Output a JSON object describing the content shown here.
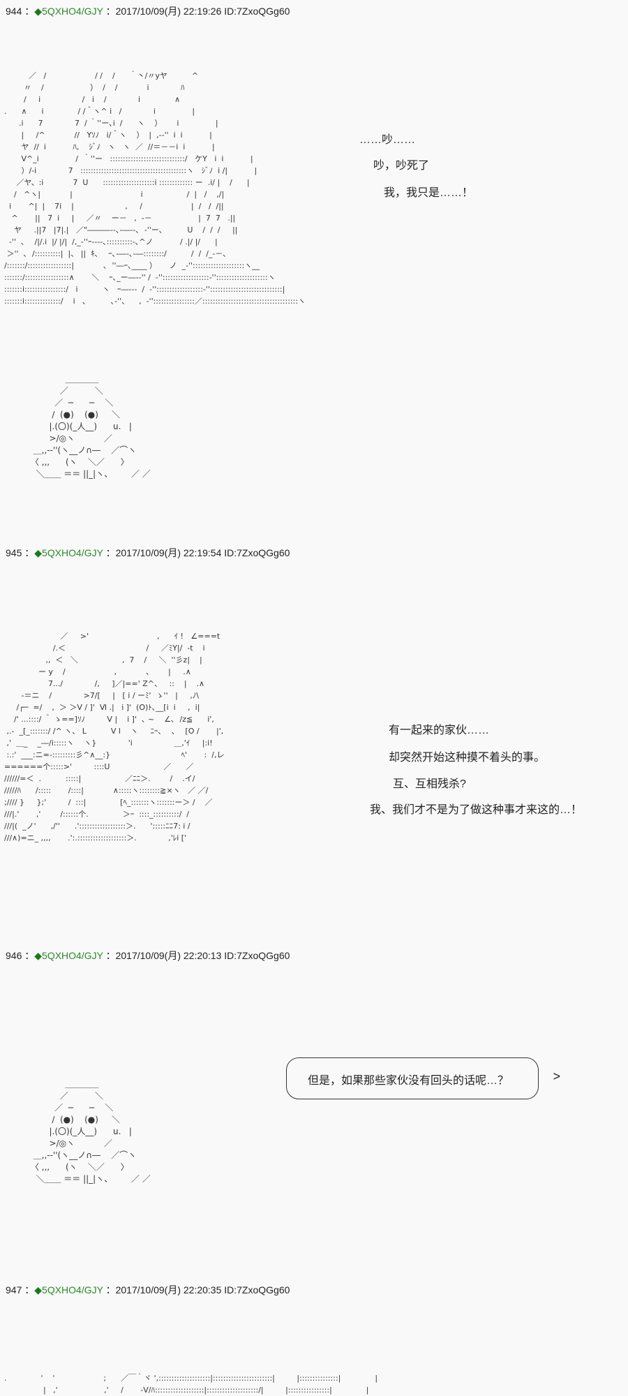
{
  "posts": [
    {
      "number": "944",
      "sep": "：",
      "trip": "5QXHO4/GJY",
      "datetime": "：2017/10/09(月) 22:19:26 ID:7ZxoQGg60",
      "aa_main": "          ／   /                    / /    /      ｀丶/〃yヤ          ^\n        〃    /                   ）  /    /            i             ﾊ\n        /     i                 /   i    /             i              ∧\n.      ∧      i              / /＾ヽ^ i   /             i               |\n      .i      7             7  / ｀''ー､i  /      ヽ    ）      i               |\n       |     /^            //   Yｿﾉ   i/＾ヽ    ）  |  ,-‐''  i  i           |\n       ヤ  //  i           ﾊ,    ｼﾞﾉ   ヽ   ヽ  ／  //＝－－i  i           |\n       V^_i               /  ｀''ー   :::::::::::::::::::::::::::::/   ケY   i  i           |\n       ）/-i             7   :::::::::::::::::::::::::::::::::::::::::ヽ   ｼﾞﾉ  i /|           |\n     ／ヤ、:i            7  U      ::::::::::::::::::::i ::::::::::::: ー  .i/ |    /      |\n    /   ^ヽ|            |                            i                  /  |   /    ,/|\n  i       ^|  |    7i    |                     ,     /                    |  /   /  /||\n   ^       ||   7  i     |     ／〃    ー－   ,  -－                   |  7  7   .||\n    ヤ     .||7   |7|.|   ／\"―――‐-､-―‐-､  ‐''ー､          U    /  /  /     ||\n  ‐''  ､    /|/.i  |/ |/|  /,_‐''ｰ--‐-､::::::::::-､^ノ           / .|/ |/      |\n ＞''  ､  /::::::::::|  |、 ||  ｷ､    ｰ､-―‐､-―::::::::/          /  /  /_‐－､\n/:::::::/:::::::::::::::::|            ､  ''―ｰ､____ ）     ノ  _‐''::::::::::::::::::::ヽ__\n:::::::/:::::::::::::::::∧       ＼    ｰ､_ー―‐‐'' /  ‐''::::::::::::::::::‐''::::::::::::::::::::ヽ\n:::::::i::::::::::::::::/   i          ヽ   ｰ―‐‐‐  /  ‐''::::::::::::::::::‐''::::::::::::::::::::::::::::|\n:::::::i::::::::::::::/    i   ､          ､‐''、    ,  ‐''::::::::::::::::／:::::::::::::::::::::::::::::::::::::ヽ",
      "aa_blob": "              ＿＿＿＿\n            ／          ＼\n          ／  ─      ─    ＼\n         /  (●)    (●)     ＼\n        |.(〇)(_人__)      u.   |\n        >/◎ヽ           ／\n  ＿,,-‐''(ヽ__ノ∩―    ／⌒ヽ\n 〈 ,,,      (ヽ    ＼／      〉\n   ＼＿＿ ＝＝ ||_|ヽ、       ／ ／",
      "lines": [
        "……吵……",
        "吵，吵死了",
        "我，我只是……！"
      ]
    },
    {
      "number": "945",
      "sep": "：",
      "trip": "5QXHO4/GJY",
      "datetime": "：2017/10/09(月) 22:19:54 ID:7ZxoQGg60",
      "aa_main": "                       ／     >'                            ,      ｲ !   ∠===t\n                    /.＜                                 /     ／ﾐY|/  -t    i\n                 ,,  ＜   ＼                  ,  7    /     ＼  ''彡z|    |\n              ー y    /                    ,            、      |     .∧\n                  7.../             /,     ]／|==' Z^、   ::    |    .∧\n       -＝ニ    /             >7/[     |   [ i / ーﾐ'  ゝ''   |     ,ﾉ\\\n     /┌─  =/    ,  ＞ ＞V / ]'  Ⅵ .|   i ]'  (O)ﾄ､__[i  i     ,  i|\n    /' ...::::/ ＾ ゝ==]ｿﾉ         V |    i ]'  ､ ~    ∠､  /z≦      i',\n ,.-  _[_:::::::/ /^ ヽ、 L          V l    ヽ     ﾆｰ､    ､    [O /       |',\n ,'  ＿_    _―/i:::::ヽ    ヽ}             'i                 ＿,'ｲ     |:i!\n :.:'  ___:ニ=-:::::::::彡^∧__:}                             ﾍ'       :  /,レ\n======个:::::>'         ::::U                      ／      ／\n//////=＜  .          :::::|                  ／ﾆﾆ＞.        /    .イ/\n/////ﾊ      /:::::       /::::|            ∧:::::ヽ::::::::≧×ヽ   ／ ／/\n;//// }     };'         /  :::|              [ﾍ_:::::::ヽ:::::::ー＞ /    ／\n///|.'       ,'        /::::::个.              ＞ｰ  ::::_::::::::::/  / \n///|(  _ノ'      ,/''      .'::::::::::::::::::＞.      ':::::ﾆﾆ7: i /\n///∧)=ニ_ ,,,,       .':.:::::::::::::::::::＞.             ,'ﾚi [' ",
      "lines": [
        "有一起来的家伙……",
        "却突然开始这种摸不着头的事。",
        "互、互相残杀?",
        "我、我们才不是为了做这种事才来这的…！"
      ]
    },
    {
      "number": "946",
      "sep": "：",
      "trip": "5QXHO4/GJY",
      "datetime": "：2017/10/09(月) 22:20:13 ID:7ZxoQGg60",
      "aa_blob": "              ＿＿＿＿\n            ／          ＼\n          ／  ─      ─    ＼\n         /  (●)    (●)     ＼\n        |.(〇)(_人__)      u.   |\n        >/◎ヽ           ／\n  ＿,,-‐''(ヽ__ノ∩―    ／⌒ヽ\n 〈 ,,,      (ヽ    ＼／      〉\n   ＼＿＿ ＝＝ ||_|ヽ、       ／ ／",
      "bubble": "但是，如果那些家伙没有回头的话呢…？",
      "bubble_tail": ">"
    },
    {
      "number": "947",
      "sep": "：",
      "trip": "5QXHO4/GJY",
      "datetime": "：2017/10/09(月) 22:20:35 ID:7ZxoQGg60",
      "aa_main": ".              '    '                    ;      ／￣｀ヾ ',::::::::::::::::::::|:::::::::::::::::::::::|         |:::::::::::::::|              |\n                |   ,'                   ,'     /       -V/ﾊ:::::::::::::::::::|::::::::::::::::::::/|         |::::::::::::::::|              |"
    }
  ]
}
